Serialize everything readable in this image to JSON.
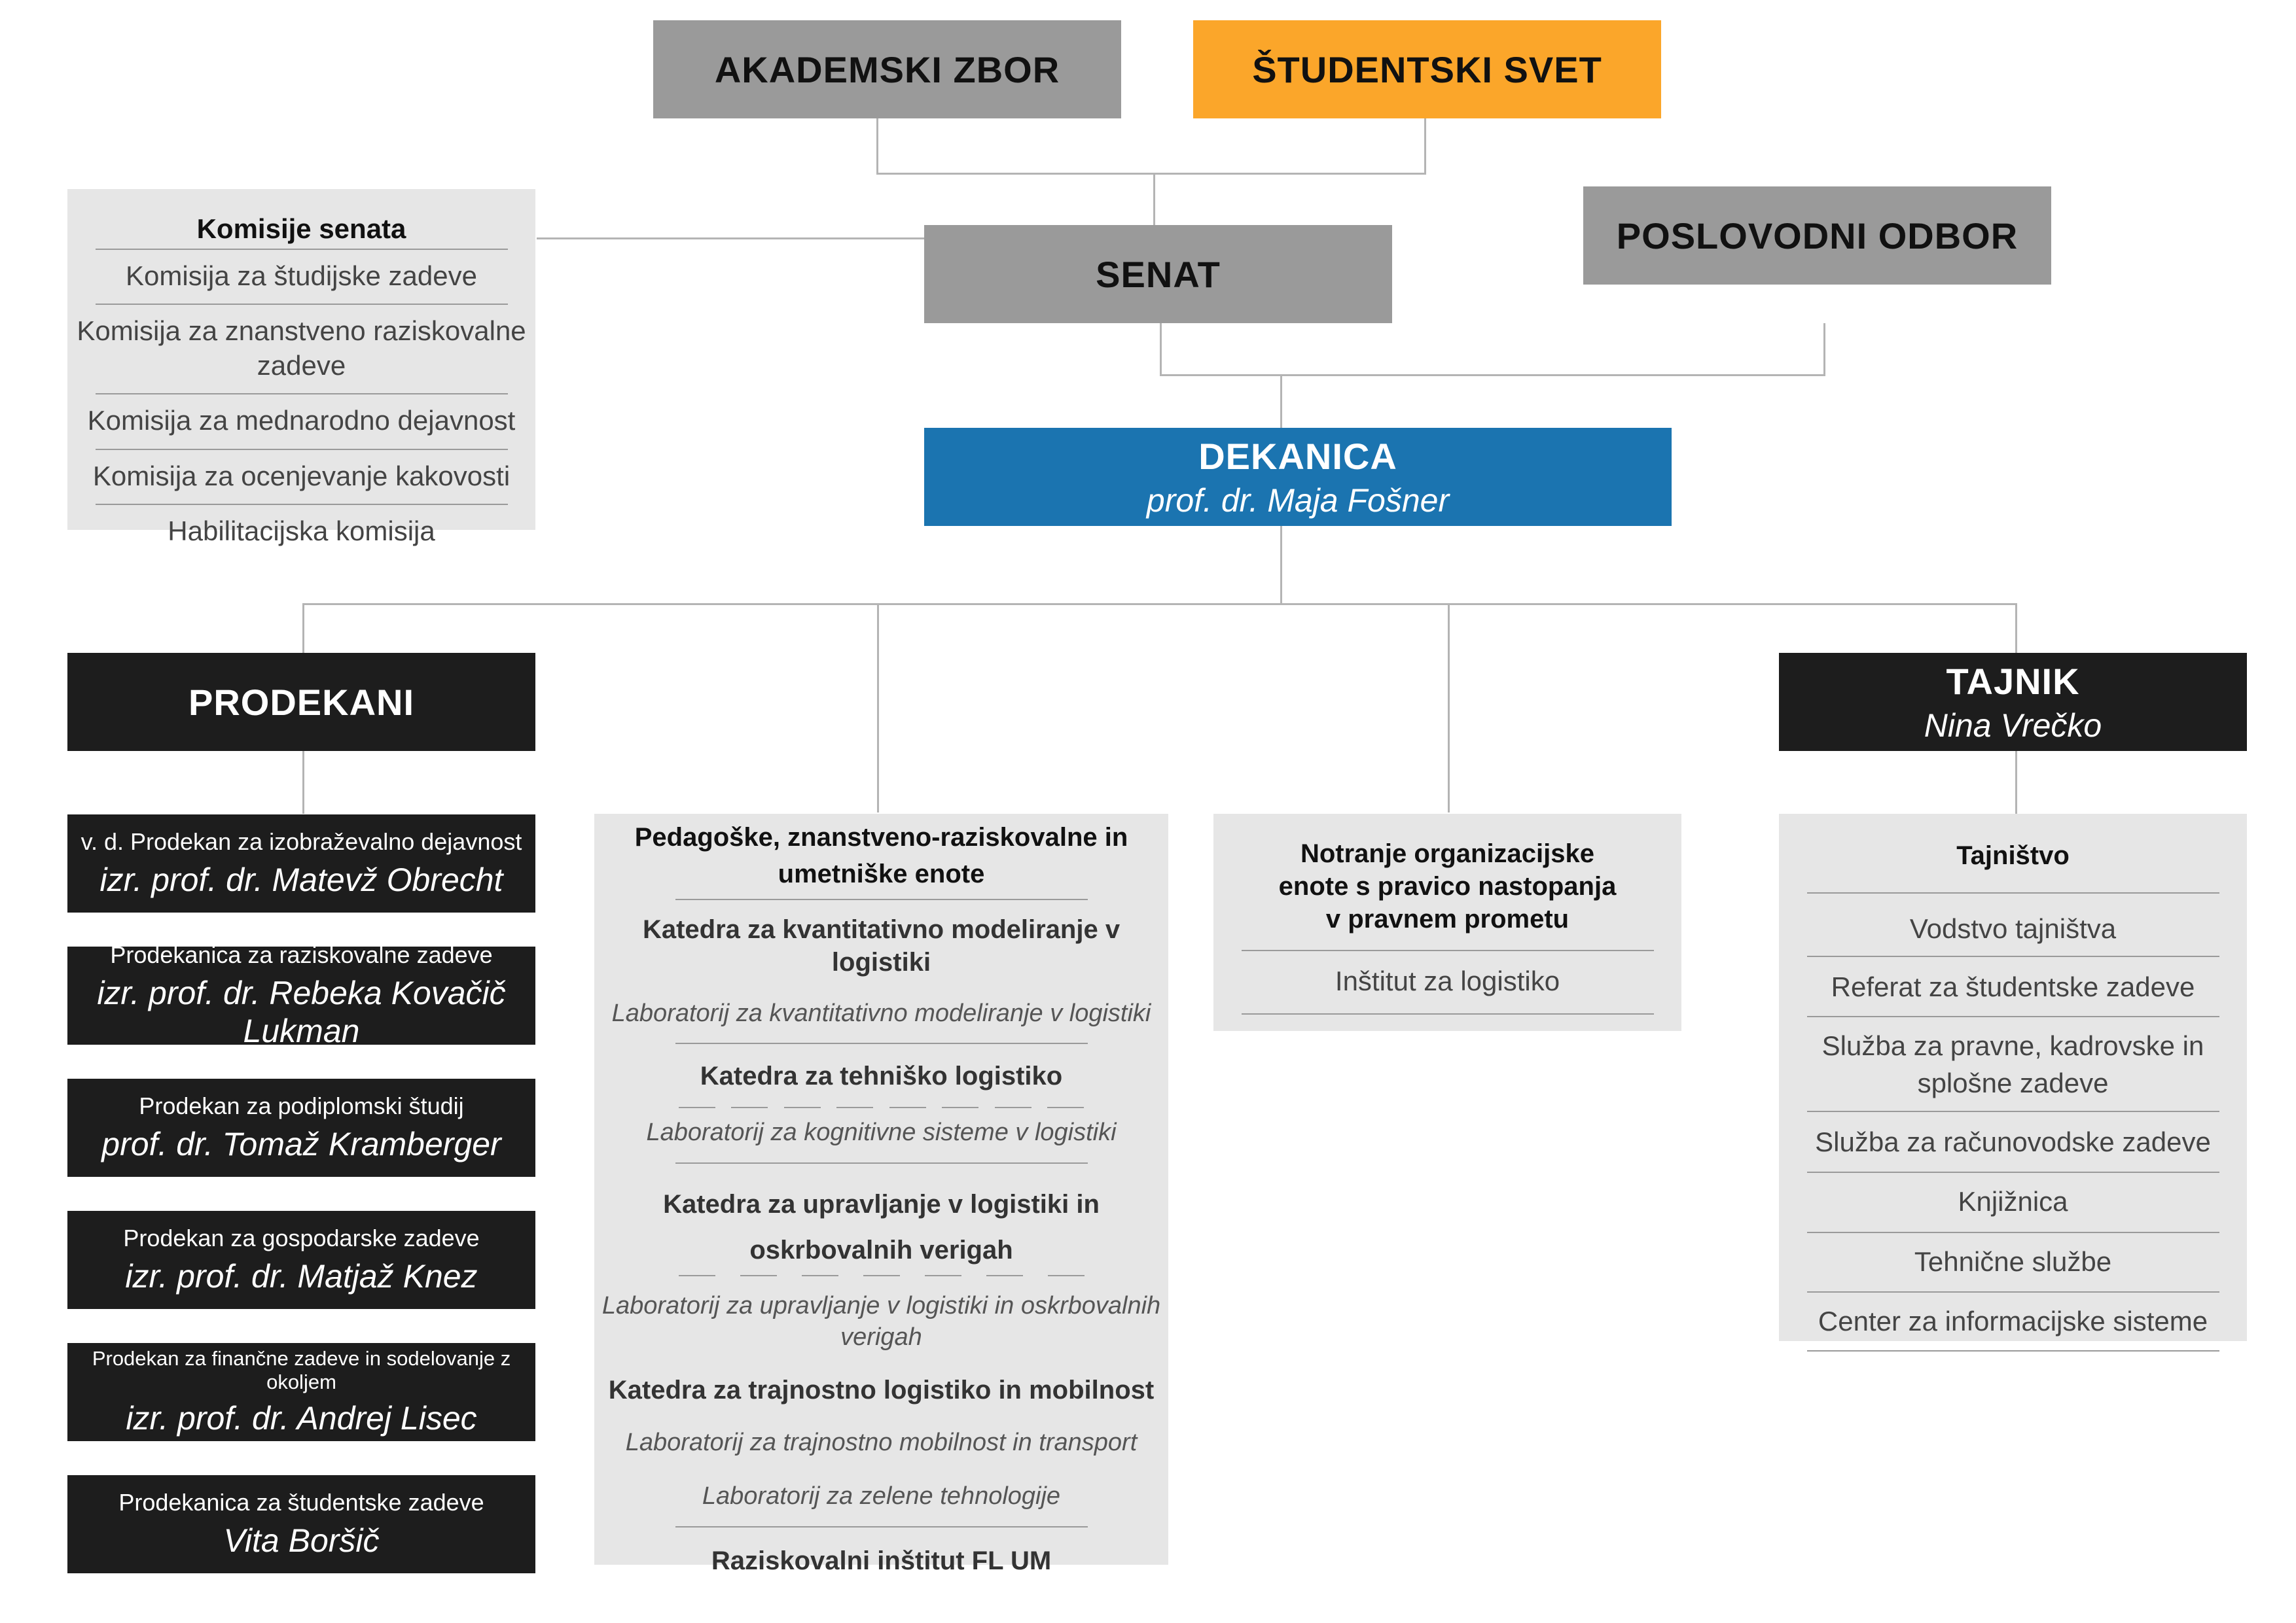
{
  "top": {
    "akademski_zbor": "AKADEMSKI ZBOR",
    "studentski_svet": "ŠTUDENTSKI SVET",
    "senat": "SENAT",
    "poslovodni_odbor": "POSLOVODNI ODBOR"
  },
  "komisije": {
    "title": "Komisije senata",
    "items": [
      "Komisija za študijske zadeve",
      "Komisija za znanstveno raziskovalne zadeve",
      "Komisija za mednarodno dejavnost",
      "Komisija za ocenjevanje kakovosti",
      "Habilitacijska komisija"
    ]
  },
  "dekanica": {
    "title": "DEKANICA",
    "name": "prof. dr. Maja Fošner"
  },
  "prodekani": {
    "title": "PRODEKANI",
    "items": [
      {
        "role": "v. d. Prodekan za izobraževalno dejavnost",
        "name": "izr. prof. dr. Matevž Obrecht"
      },
      {
        "role": "Prodekanica za raziskovalne zadeve",
        "name": "izr. prof. dr. Rebeka Kovačič Lukman"
      },
      {
        "role": "Prodekan za podiplomski študij",
        "name": "prof. dr. Tomaž Kramberger"
      },
      {
        "role": "Prodekan za gospodarske zadeve",
        "name": "izr. prof. dr. Matjaž Knez"
      },
      {
        "role": "Prodekan za finančne zadeve in sodelovanje z okoljem",
        "name": "izr. prof. dr. Andrej Lisec"
      },
      {
        "role": "Prodekanica za študentske zadeve",
        "name": "Vita Boršič"
      }
    ]
  },
  "enote": {
    "title_line1": "Pedagoške, znanstveno-raziskovalne in",
    "title_line2": "umetniške enote",
    "katedra1": "Katedra za kvantitativno modeliranje v logistiki",
    "lab1": "Laboratorij za kvantitativno modeliranje v logistiki",
    "katedra2": "Katedra za tehniško logistiko",
    "lab2": "Laboratorij za kognitivne sisteme v logistiki",
    "katedra3_line1": "Katedra za upravljanje v logistiki in",
    "katedra3_line2": "oskrbovalnih verigah",
    "lab3": "Laboratorij za upravljanje v logistiki in oskrbovalnih verigah",
    "katedra4": "Katedra za trajnostno logistiko in mobilnost",
    "lab4a": "Laboratorij za trajnostno mobilnost in transport",
    "lab4b": "Laboratorij za zelene tehnologije",
    "institut": "Raziskovalni inštitut FL UM"
  },
  "notranje": {
    "line1": "Notranje organizacijske",
    "line2": "enote s pravico nastopanja",
    "line3": "v pravnem prometu",
    "item": "Inštitut za logistiko"
  },
  "tajnik": {
    "title": "TAJNIK",
    "name": "Nina Vrečko"
  },
  "tajnistvo": {
    "title": "Tajništvo",
    "items": [
      "Vodstvo tajništva",
      "Referat za študentske zadeve",
      "Služba za pravne, kadrovske in",
      "splošne zadeve",
      "Služba za računovodske zadeve",
      "Knjižnica",
      "Tehnične službe",
      "Center za informacijske sisteme"
    ]
  }
}
